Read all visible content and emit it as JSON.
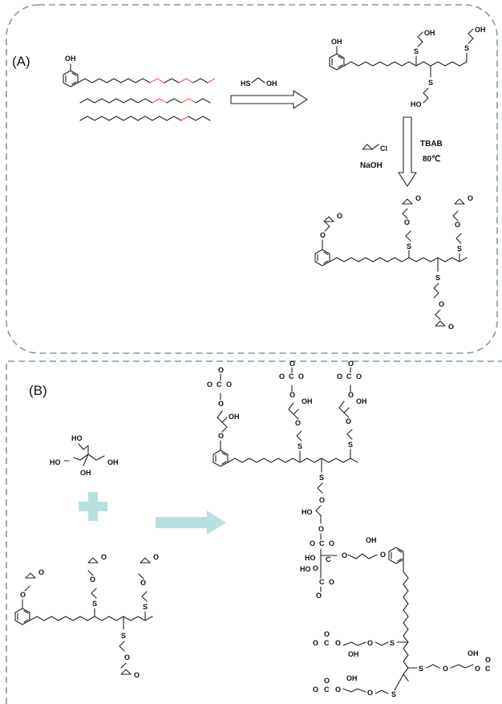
{
  "panels": {
    "a_label": "(A)",
    "b_label": "(B)"
  },
  "reagents": {
    "thiol": "HS",
    "thiol_oh": "OH",
    "epi_cl": "Cl",
    "base": "NaOH",
    "catalyst": "TBAB",
    "temperature": "80℃"
  },
  "atoms": {
    "oh": "OH",
    "ho": "HO",
    "s": "S",
    "o": "O",
    "c": "C"
  },
  "colors": {
    "frame": "#7a9e95",
    "highlight_bond": "#e0604f",
    "arrow_teal": "#b9e0df",
    "plus_teal": "#b9e0df"
  }
}
